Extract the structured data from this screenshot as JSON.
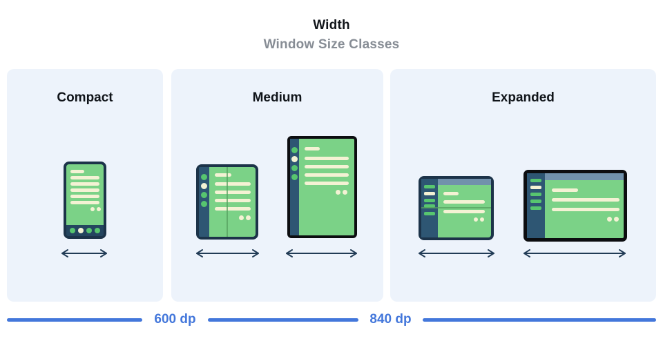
{
  "header": {
    "title": "Width",
    "subtitle": "Window Size Classes"
  },
  "size_classes": [
    {
      "label": "Compact",
      "devices": [
        "phone"
      ]
    },
    {
      "label": "Medium",
      "devices": [
        "foldable-portrait",
        "tablet-portrait"
      ]
    },
    {
      "label": "Expanded",
      "devices": [
        "foldable-landscape",
        "tablet-landscape"
      ]
    }
  ],
  "breakpoints": [
    {
      "label": "600 dp"
    },
    {
      "label": "840 dp"
    }
  ],
  "colors": {
    "accent_blue": "#4377DB",
    "panel_background": "#EDF3FB",
    "screen_green": "#7BD287",
    "accent_green": "#57C56F",
    "frame_navy": "#1C3349",
    "frame_black": "#0C0D10",
    "rail_steel": "#2E5673",
    "top_bar_blue_gray": "#7191AC",
    "content_cream": "#F4F2D4",
    "arrow_navy": "#213B55",
    "subtitle_gray": "#878D95"
  }
}
